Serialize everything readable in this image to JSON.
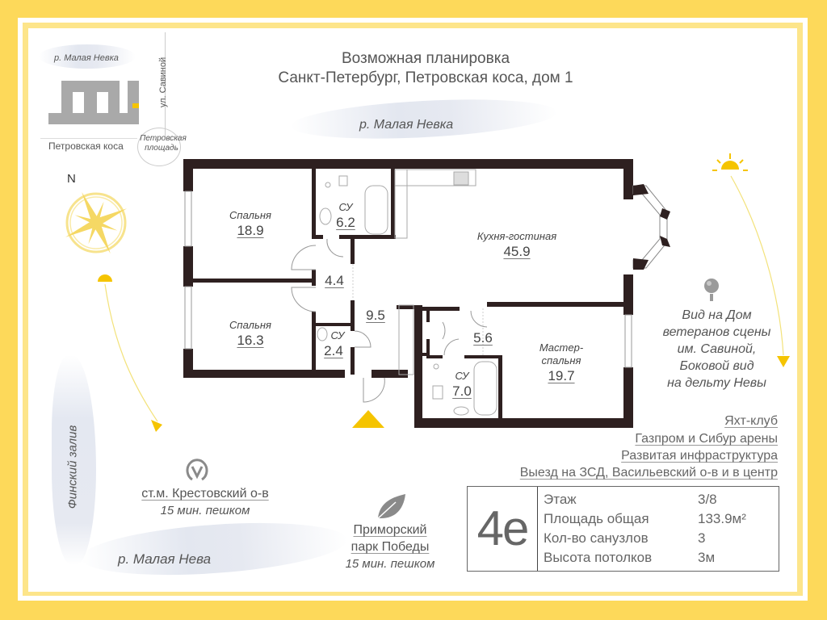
{
  "header": {
    "title_line1": "Возможная планировка",
    "title_line2": "Санкт-Петербург, Петровская коса, дом 1"
  },
  "location_map": {
    "river_label": "р. Малая Невка",
    "street_vertical": "ул. Савиной",
    "street_horizontal": "Петровская коса",
    "square_label_line1": "Петровская",
    "square_label_line2": "площадь"
  },
  "compass": {
    "north_label": "N"
  },
  "surroundings": {
    "river_top": "р. Малая Невка",
    "gulf": "Финский залив",
    "river_bottom": "р. Малая Нева",
    "metro": {
      "name": "ст.м. Крестовский о-в",
      "distance": "15 мин. пешком",
      "icon": "metro-icon"
    },
    "park": {
      "name_line1": "Приморский",
      "name_line2": "парк Победы",
      "distance": "15 мин. пешком",
      "icon": "leaf-icon"
    },
    "view": {
      "icon": "location-pin-icon",
      "lines": [
        "Вид на Дом",
        "ветеранов сцены",
        "им. Савиной,",
        "Боковой вид",
        "на дельту Невы"
      ]
    }
  },
  "rooms": [
    {
      "name": "Спальня",
      "area": "18.9"
    },
    {
      "name": "СУ",
      "area": "6.2"
    },
    {
      "name": "Кухня-гостиная",
      "area": "45.9"
    },
    {
      "name": "",
      "area": "4.4"
    },
    {
      "name": "Спальня",
      "area": "16.3"
    },
    {
      "name": "СУ",
      "area": "2.4"
    },
    {
      "name": "",
      "area": "9.5"
    },
    {
      "name": "",
      "area": "5.6"
    },
    {
      "name": "Мастер-",
      "name2": "спальня",
      "area": "19.7"
    },
    {
      "name": "СУ",
      "area": "7.0"
    }
  ],
  "features": [
    "Яхт-клуб",
    "Газпром и Сибур арены",
    "Развитая инфраструктура",
    "Выезд на ЗСД, Васильевский о-в и в центр"
  ],
  "info": {
    "code": "4е",
    "rows": [
      {
        "label": "Этаж",
        "value": "3/8"
      },
      {
        "label": "Площадь общая",
        "value": "133.9м²"
      },
      {
        "label": "Кол-во санузлов",
        "value": "3"
      },
      {
        "label": "Высота потолков",
        "value": "3м"
      }
    ]
  },
  "colors": {
    "frame": "#fdd95a",
    "wall": "#2e2020",
    "accent": "#f5c400",
    "text": "#555555"
  }
}
